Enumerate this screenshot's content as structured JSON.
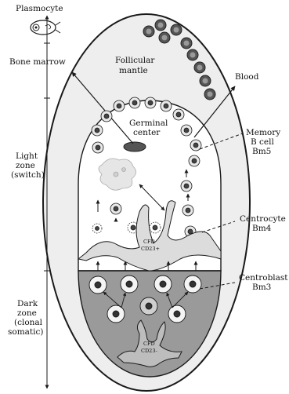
{
  "labels": {
    "plasmocyte": "Plasmocyte",
    "bone_marrow": "Bone marrow",
    "follicular_mantle_1": "Follicular",
    "follicular_mantle_2": "mantle",
    "blood": "Blood",
    "germinal_center_1": "Germinal",
    "germinal_center_2": "center",
    "memory_b_cell_1": "Memory",
    "memory_b_cell_2": "B cell",
    "memory_b_cell_3": "Bm5",
    "light_zone_1": "Light",
    "light_zone_2": "zone",
    "light_zone_3": "(switch)",
    "centrocyte_1": "Centrocyte",
    "centrocyte_2": "Bm4",
    "cfd_top_1": "CFD",
    "cfd_top_2": "CD23+",
    "centroblast_1": "Centroblast",
    "centroblast_2": "Bm3",
    "dark_zone_1": "Dark",
    "dark_zone_2": "zone",
    "dark_zone_3": "(clonal",
    "dark_zone_4": "somatic)",
    "cfd_bottom_1": "CFD",
    "cfd_bottom_2": "CD23-"
  },
  "colors": {
    "mantle_fill": "#eeeeee",
    "dark_zone_fill": "#9a9a9a",
    "stroke": "#1a1a1a",
    "cell_nucleus": "#3a3a3a"
  }
}
